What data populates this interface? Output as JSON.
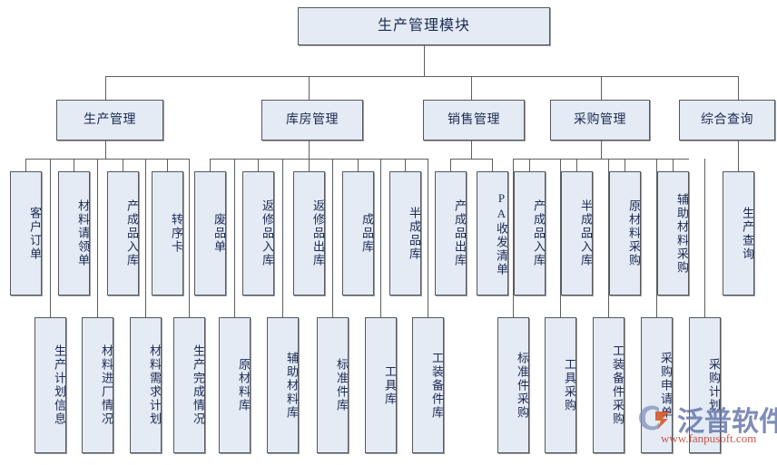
{
  "diagram": {
    "title": "生产管理模块",
    "root": {
      "label": "生产管理模块"
    },
    "level2": [
      {
        "label": "生产管理"
      },
      {
        "label": "库房管理"
      },
      {
        "label": "销售管理"
      },
      {
        "label": "采购管理"
      },
      {
        "label": "综合查询"
      }
    ],
    "leaves_top": [
      {
        "label": "客户订单"
      },
      {
        "label": "材料请领单"
      },
      {
        "label": "产成品入库"
      },
      {
        "label": "转序卡"
      },
      {
        "label": "废品单"
      },
      {
        "label": "返修品入库"
      },
      {
        "label": "返修品出库"
      },
      {
        "label": "成品库"
      },
      {
        "label": "半成品库"
      },
      {
        "label": "产成品出库"
      },
      {
        "label": "PA收发清单"
      },
      {
        "label": "产成品入库"
      },
      {
        "label": "半成品入库"
      },
      {
        "label": "原材料采购"
      },
      {
        "label": "辅助材料采购"
      },
      {
        "label": "生产查询"
      }
    ],
    "leaves_bottom": [
      {
        "label": "生产计划信息"
      },
      {
        "label": "材料进厂情况"
      },
      {
        "label": "材料需求计划"
      },
      {
        "label": "生产完成情况"
      },
      {
        "label": "原材料库"
      },
      {
        "label": "辅助材料库"
      },
      {
        "label": "标准件库"
      },
      {
        "label": "工具库"
      },
      {
        "label": "工装备件库"
      },
      {
        "label": "标准件采购"
      },
      {
        "label": "工具采购"
      },
      {
        "label": "工装备件采购"
      },
      {
        "label": "采购申请单"
      },
      {
        "label": "采购计划"
      }
    ],
    "colors": {
      "node_fill": "#e4ebf5",
      "node_border": "#55585c",
      "text": "#1b2a52",
      "line": "#5b5e62"
    }
  },
  "watermark": {
    "brand": "泛普软件",
    "url": "www.fanpusoft.com"
  }
}
